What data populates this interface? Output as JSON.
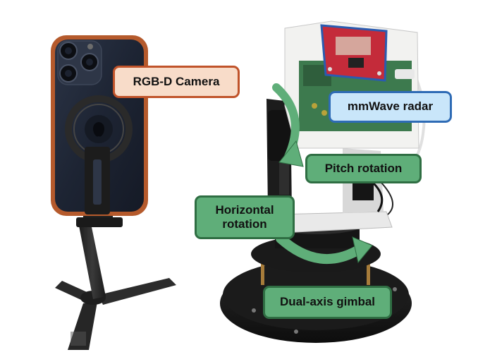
{
  "labels": {
    "camera": "RGB-D Camera",
    "radar": "mmWave radar",
    "pitch": "Pitch rotation",
    "horizontal_line1": "Horizontal",
    "horizontal_line2": "rotation",
    "gimbal": "Dual-axis gimbal"
  },
  "colors": {
    "camera_label_fill": "#f8dcc9",
    "camera_label_border": "#c0532a",
    "radar_label_fill": "#c9e6fa",
    "radar_label_border": "#2e6bb5",
    "green_label_fill": "#5fae79",
    "green_label_border": "#2f6e43"
  }
}
